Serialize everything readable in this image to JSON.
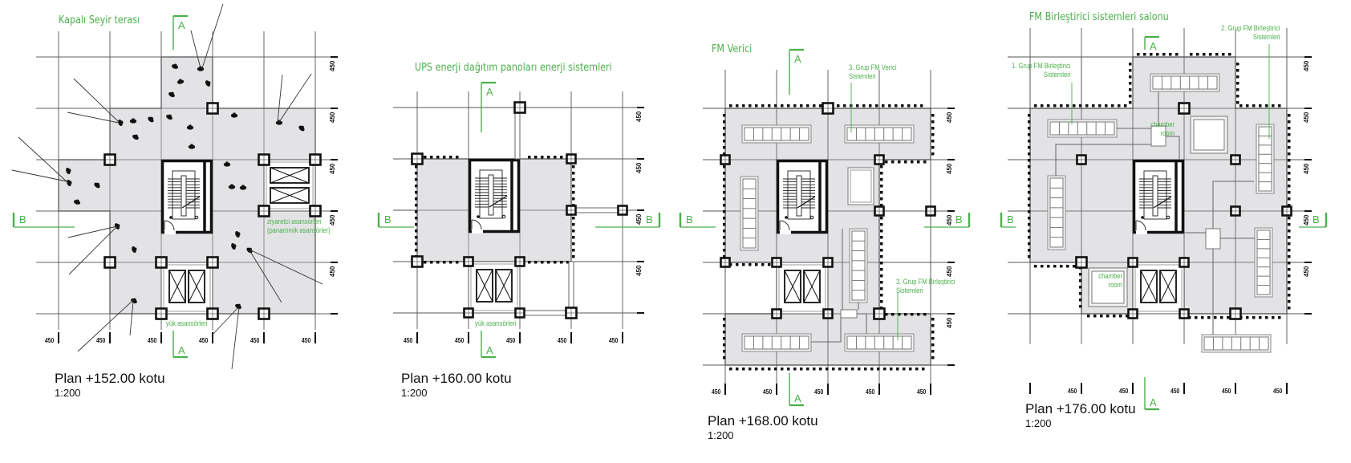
{
  "colors": {
    "accent_green": "#4bb04b",
    "floor_fill": "#e3e3e5",
    "grid_line": "#555555",
    "wall": "#111111"
  },
  "grid_dimension_label": "450",
  "section_markers": {
    "a": "A",
    "b": "B"
  },
  "plans": [
    {
      "id": "plan-152",
      "title": "Plan +152.00 kotu",
      "scale": "1:200",
      "heading": "Kapalı Seyir terası",
      "notes": [
        {
          "id": "visitor-elevators",
          "lines": [
            "ziyaretci asansörleri",
            "(panaromik asansörler)"
          ]
        },
        {
          "id": "freight-elevators",
          "lines": [
            "yük asansörleri"
          ]
        }
      ]
    },
    {
      "id": "plan-160",
      "title": "Plan +160.00 kotu",
      "scale": "1:200",
      "heading": "UPS enerji dağıtım panoları enerji sistemleri",
      "notes": [
        {
          "id": "freight-elevators",
          "lines": [
            "yük asansörleri"
          ]
        }
      ]
    },
    {
      "id": "plan-168",
      "title": "Plan +168.00 kotu",
      "scale": "1:200",
      "heading": "FM Verici",
      "notes": [
        {
          "id": "group3-transmitter",
          "lines": [
            "3. Grup FM Verici",
            "Sistemleri"
          ]
        },
        {
          "id": "group3-combiner",
          "lines": [
            "3. Grup FM Birleştirici",
            "Sistemleri"
          ]
        }
      ]
    },
    {
      "id": "plan-176",
      "title": "Plan +176.00 kotu",
      "scale": "1:200",
      "heading": "FM Birleştirici sistemleri salonu",
      "notes": [
        {
          "id": "group1-combiner",
          "lines": [
            "1. Grup FM Birleştirici",
            "Sistemleri"
          ]
        },
        {
          "id": "group2-combiner",
          "lines": [
            "2. Grup FM Birleştirici",
            "Sistemleri"
          ]
        },
        {
          "id": "chamber-room-upper",
          "lines": [
            "chamber",
            "room"
          ]
        },
        {
          "id": "chamber-room-lower",
          "lines": [
            "chamber",
            "room"
          ]
        }
      ]
    }
  ]
}
